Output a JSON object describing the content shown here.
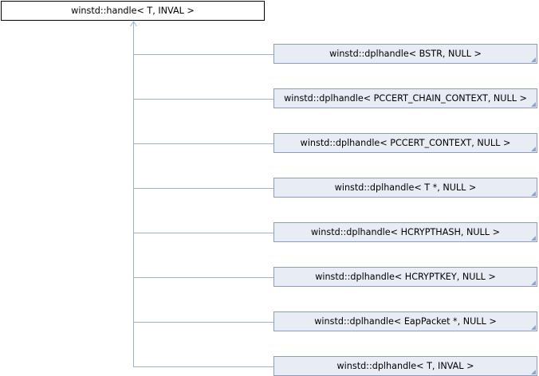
{
  "diagram": {
    "base_class": "winstd::handle< T, INVAL >",
    "derived_classes": [
      "winstd::dplhandle< BSTR, NULL >",
      "winstd::dplhandle< PCCERT_CHAIN_CONTEXT, NULL >",
      "winstd::dplhandle< PCCERT_CONTEXT, NULL >",
      "winstd::dplhandle< T *, NULL >",
      "winstd::dplhandle< HCRYPTHASH, NULL >",
      "winstd::dplhandle< HCRYPTKEY, NULL >",
      "winstd::dplhandle< EapPacket *, NULL >",
      "winstd::dplhandle< T, INVAL >"
    ],
    "colors": {
      "edge": "#9db4cf",
      "derived_fill": "#e8edf5",
      "derived_border": "#8a9dc0",
      "base_fill": "#ffffff",
      "base_border": "#000000"
    }
  }
}
